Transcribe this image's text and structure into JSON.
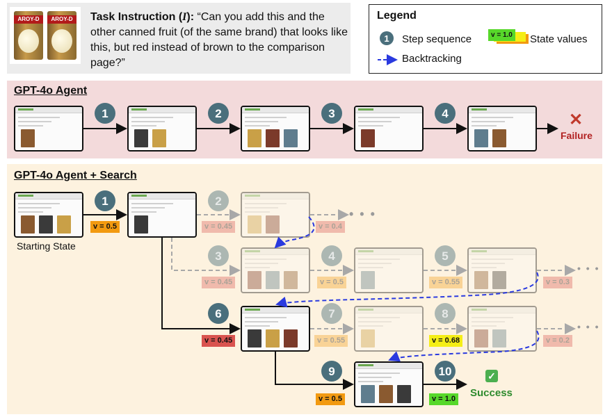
{
  "task": {
    "label": "Task Instruction (",
    "symbol": "I",
    "label_end": "):",
    "text": "“Can you add this and the other canned fruit (of the same brand) that looks like this, but red instead of brown to the comparison page?”",
    "product_brand": "AROY-D"
  },
  "legend": {
    "title": "Legend",
    "step_label": "Step sequence",
    "step_example": "1",
    "backtrack_label": "Backtracking",
    "state_label": "State values",
    "state_example": "v = 1.0"
  },
  "panel_agent": {
    "title": "GPT-4o Agent",
    "steps": [
      "1",
      "2",
      "3",
      "4"
    ],
    "failure_mark": "✕",
    "failure_label": "Failure"
  },
  "panel_search": {
    "title": "GPT-4o Agent + Search",
    "start_label": "Starting State",
    "steps": [
      "1",
      "2",
      "3",
      "4",
      "5",
      "6",
      "7",
      "8",
      "9",
      "10"
    ],
    "values": {
      "v1": "v = 0.5",
      "v2": "v = 0.45",
      "v2b": "v = 0.4",
      "v3": "v = 0.45",
      "v4": "v = 0.5",
      "v5": "v = 0.55",
      "v5b": "v = 0.3",
      "v6": "v = 0.45",
      "v7": "v = 0.55",
      "v8": "v = 0.68",
      "v8b": "v = 0.2",
      "v9": "v = 0.5",
      "v10": "v = 1.0"
    },
    "dots": "• • •",
    "success_check": "✓",
    "success_label": "Success"
  },
  "colors": {
    "step_circle": "#4a6f7c",
    "backtrack_arrow": "#2a3adf",
    "failure_panel": "#f3dadb",
    "search_panel": "#fdf2df",
    "faded_arrow": "#a8a8a8"
  }
}
